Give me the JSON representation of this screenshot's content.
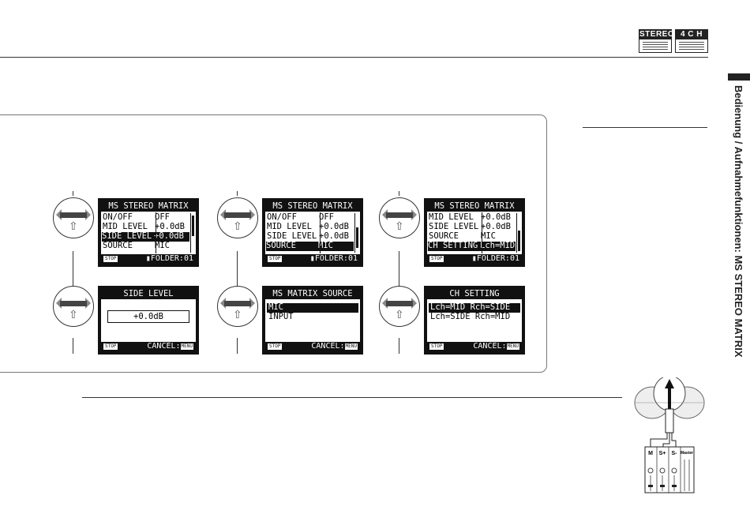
{
  "header": {
    "badges": [
      {
        "label": "STEREO"
      },
      {
        "label": "4 C H"
      }
    ]
  },
  "side_title": "Bedienung / Aufnahmefunktionen: MS STEREO MATRIX",
  "screens": {
    "s1": {
      "title": "MS STEREO MATRIX",
      "rows": [
        {
          "label": "ON/OFF",
          "value": "OFF",
          "selected": false
        },
        {
          "label": "MID LEVEL",
          "value": "+0.0dB",
          "selected": false
        },
        {
          "label": "SIDE LEVEL",
          "value": "+0.0dB",
          "selected": true
        },
        {
          "label": "SOURCE",
          "value": "MIC",
          "selected": false
        }
      ],
      "stop": "STOP",
      "footer_right": "FOLDER:01"
    },
    "s2": {
      "title": "MS STEREO MATRIX",
      "rows": [
        {
          "label": "ON/OFF",
          "value": "OFF",
          "selected": false
        },
        {
          "label": "MID LEVEL",
          "value": "+0.0dB",
          "selected": false
        },
        {
          "label": "SIDE LEVEL",
          "value": "+0.0dB",
          "selected": false
        },
        {
          "label": "SOURCE",
          "value": "MIC",
          "selected": true
        }
      ],
      "stop": "STOP",
      "footer_right": "FOLDER:01"
    },
    "s3": {
      "title": "MS STEREO MATRIX",
      "rows": [
        {
          "label": "MID LEVEL",
          "value": "+0.0dB",
          "selected": false
        },
        {
          "label": "SIDE LEVEL",
          "value": "+0.0dB",
          "selected": false
        },
        {
          "label": "SOURCE",
          "value": "MIC",
          "selected": false
        },
        {
          "label": "CH SETTING",
          "value": "Lch=MID",
          "selected": true
        }
      ],
      "stop": "STOP",
      "footer_right": "FOLDER:01"
    },
    "s4": {
      "title": "SIDE LEVEL",
      "value": "+0.0dB",
      "stop": "STOP",
      "cancel": "CANCEL:",
      "menu": "MENU"
    },
    "s5": {
      "title": "MS MATRIX SOURCE",
      "options": [
        "MIC",
        "INPUT"
      ],
      "selected_index": 0,
      "stop": "STOP",
      "cancel": "CANCEL:",
      "menu": "MENU"
    },
    "s6": {
      "title": "CH SETTING",
      "options": [
        "Lch=MID Rch=SIDE",
        "Lch=SIDE Rch=MID"
      ],
      "selected_index": 0,
      "stop": "STOP",
      "cancel": "CANCEL:",
      "menu": "MENU"
    }
  },
  "mixer_labels": [
    "M",
    "S+",
    "S-",
    "Master"
  ]
}
